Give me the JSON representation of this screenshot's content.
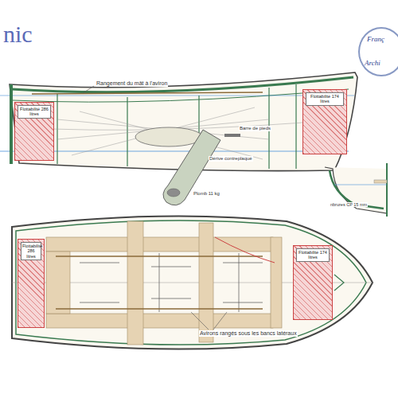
{
  "diagram": {
    "title": "nic",
    "nodes": [
      {
        "text": [
          "Franç",
          "Archi"
        ]
      },
      {
        "text": [
          "Flottabilité 286 litres"
        ]
      },
      {
        "text": [
          "Flottabilité 174 litres"
        ]
      },
      {
        "text": [
          "Flottabilité 286 litres"
        ]
      },
      {
        "text": [
          "Flottabilité 174 litres"
        ]
      }
    ],
    "labels": [
      "Rangement du mât à l'aviron",
      "Barre de pieds",
      "Dérive contreplaqué",
      "Plomb 11 kg",
      "nbrures CP 15 mm",
      "Avirons rangés sous les bancs latéraux"
    ]
  }
}
